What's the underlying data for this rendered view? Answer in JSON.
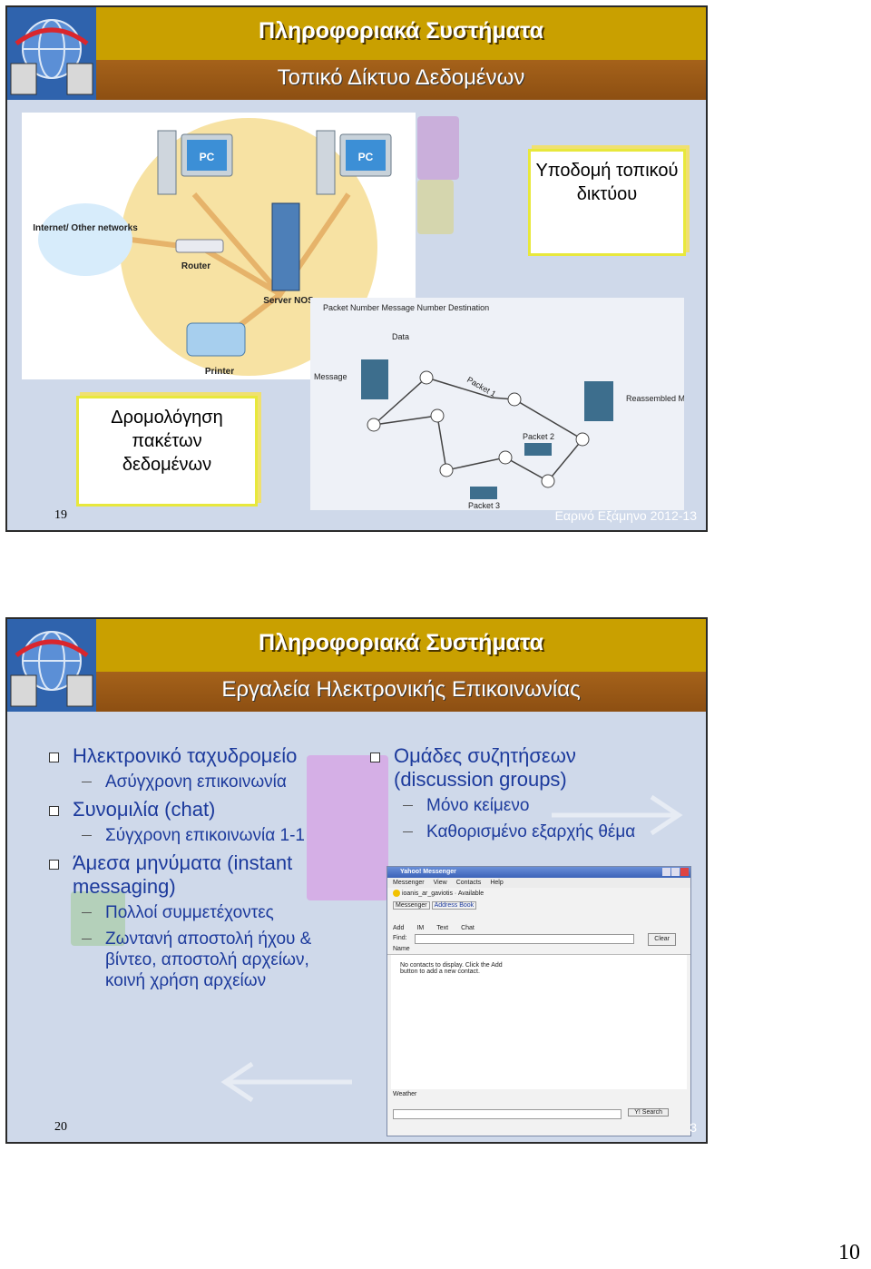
{
  "slide1": {
    "header_title": "Πληροφοριακά Συστήματα",
    "header_subtitle": "Τοπικό Δίκτυο Δεδομένων",
    "callout_infra": "Υποδομή τοπικού δικτύου",
    "callout_routing": "Δρομολόγηση πακέτων δεδομένων",
    "lan_diagram": {
      "pc_label_1": "PC",
      "pc_label_2": "PC",
      "internet_label": "Internet/ Other networks",
      "router_label": "Router",
      "server_label": "Server NOS",
      "printer_label": "Printer"
    },
    "packet_diagram": {
      "header_text": "Packet Number Message Number Destination",
      "data_label": "Data",
      "message_label": "Message",
      "packet1": "Packet 1",
      "packet2": "Packet 2",
      "packet3": "Packet 3",
      "reassembled": "Reassembled Message"
    },
    "page_number": "19",
    "footer": "Εαρινό Εξάμηνο 2012-13"
  },
  "slide2": {
    "header_title": "Πληροφοριακά Συστήματα",
    "header_subtitle": "Εργαλεία Ηλεκτρονικής Επικοινωνίας",
    "left_bullets": [
      {
        "text": "Ηλεκτρονικό ταχυδρομείο",
        "subs": [
          "Ασύγχρονη επικοινωνία"
        ]
      },
      {
        "text": "Συνομιλία (chat)",
        "subs": [
          "Σύγχρονη επικοινωνία 1-1"
        ]
      },
      {
        "text": "Άμεσα μηνύματα (instant messaging)",
        "subs": [
          "Πολλοί συμμετέχοντες",
          "Ζωντανή αποστολή ήχου & βίντεο, αποστολή αρχείων, κοινή χρήση αρχείων"
        ]
      }
    ],
    "right_bullets": [
      {
        "text": "Ομάδες συζητήσεων (discussion groups)",
        "subs": [
          "Μόνο κείμενο",
          "Καθορισμένο εξαρχής θέμα"
        ]
      }
    ],
    "messenger": {
      "title": "Yahoo! Messenger",
      "menu": [
        "Messenger",
        "View",
        "Contacts",
        "Help"
      ],
      "user": "ioanis_ar_gaviotis · Available",
      "tabs": [
        "Messenger",
        "Address Book"
      ],
      "tools": [
        "Add",
        "IM",
        "Text",
        "Chat"
      ],
      "find_label": "Find:",
      "clear_button": "Clear",
      "name_col": "Name",
      "empty_msg": "No contacts to display. Click the Add button to add a new contact.",
      "weather": "Weather",
      "search_button": "Y! Search"
    },
    "page_number": "20",
    "footer_tail": "3"
  },
  "page_corner_number": "10",
  "colors": {
    "header_gold": "#c9a000",
    "subheader_brown": "#9a5716",
    "bullet_blue": "#1c3a9c",
    "slide_bg": "#cfd9ea"
  }
}
